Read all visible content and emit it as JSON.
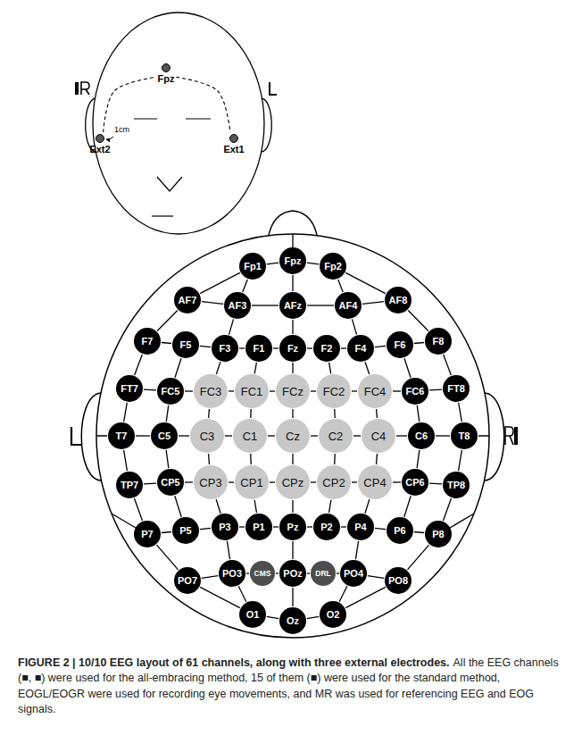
{
  "diagram": {
    "title": "FIGURE 2 | 10/10 EEG layout of 61 channels, along with three external electrodes.",
    "caption": "All the EEG channels (■, ■) were used for the all-embracing method, 15 of them (■) were used for the standard method, EOGL/EOGR were used for recording eye movements, and MR was used for referencing EEG and EOG signals.",
    "nodes": [
      {
        "text": [
          "Fpz"
        ]
      },
      {
        "text": [
          "Ext2"
        ]
      },
      {
        "text": [
          "Ext1"
        ]
      },
      {
        "text": [
          "Fp1"
        ]
      },
      {
        "text": [
          "Fpz"
        ]
      },
      {
        "text": [
          "Fp2"
        ]
      },
      {
        "text": [
          "AF7"
        ]
      },
      {
        "text": [
          "AF3"
        ]
      },
      {
        "text": [
          "AFz"
        ]
      },
      {
        "text": [
          "AF4"
        ]
      },
      {
        "text": [
          "AF8"
        ]
      },
      {
        "text": [
          "F7"
        ]
      },
      {
        "text": [
          "F5"
        ]
      },
      {
        "text": [
          "F3"
        ]
      },
      {
        "text": [
          "F1"
        ]
      },
      {
        "text": [
          "Fz"
        ]
      },
      {
        "text": [
          "F2"
        ]
      },
      {
        "text": [
          "F4"
        ]
      },
      {
        "text": [
          "F6"
        ]
      },
      {
        "text": [
          "F8"
        ]
      },
      {
        "text": [
          "FT7"
        ]
      },
      {
        "text": [
          "FC5"
        ]
      },
      {
        "text": [
          "FC3"
        ]
      },
      {
        "text": [
          "FC1"
        ]
      },
      {
        "text": [
          "FCz"
        ]
      },
      {
        "text": [
          "FC2"
        ]
      },
      {
        "text": [
          "FC4"
        ]
      },
      {
        "text": [
          "FC6"
        ]
      },
      {
        "text": [
          "FT8"
        ]
      },
      {
        "text": [
          "T7"
        ]
      },
      {
        "text": [
          "C5"
        ]
      },
      {
        "text": [
          "C3"
        ]
      },
      {
        "text": [
          "C1"
        ]
      },
      {
        "text": [
          "Cz"
        ]
      },
      {
        "text": [
          "C2"
        ]
      },
      {
        "text": [
          "C4"
        ]
      },
      {
        "text": [
          "C6"
        ]
      },
      {
        "text": [
          "T8"
        ]
      },
      {
        "text": [
          "TP7"
        ]
      },
      {
        "text": [
          "CP5"
        ]
      },
      {
        "text": [
          "CP3"
        ]
      },
      {
        "text": [
          "CP1"
        ]
      },
      {
        "text": [
          "CPz"
        ]
      },
      {
        "text": [
          "CP2"
        ]
      },
      {
        "text": [
          "CP4"
        ]
      },
      {
        "text": [
          "CP6"
        ]
      },
      {
        "text": [
          "TP8"
        ]
      },
      {
        "text": [
          "P7"
        ]
      },
      {
        "text": [
          "P5"
        ]
      },
      {
        "text": [
          "P3"
        ]
      },
      {
        "text": [
          "P1"
        ]
      },
      {
        "text": [
          "Pz"
        ]
      },
      {
        "text": [
          "P2"
        ]
      },
      {
        "text": [
          "P4"
        ]
      },
      {
        "text": [
          "P6"
        ]
      },
      {
        "text": [
          "P8"
        ]
      },
      {
        "text": [
          "PO7"
        ]
      },
      {
        "text": [
          "PO3"
        ]
      },
      {
        "text": [
          "CMS"
        ]
      },
      {
        "text": [
          "POz"
        ]
      },
      {
        "text": [
          "DRL"
        ]
      },
      {
        "text": [
          "PO4"
        ]
      },
      {
        "text": [
          "PO8"
        ]
      },
      {
        "text": [
          "O1"
        ]
      },
      {
        "text": [
          "Oz"
        ]
      },
      {
        "text": [
          "O2"
        ]
      }
    ],
    "edges": [
      {
        "from": 1,
        "to": 0,
        "arrow": "none"
      },
      {
        "from": 0,
        "to": 2,
        "arrow": "none"
      },
      {
        "from": 3,
        "to": 4,
        "arrow": "none"
      },
      {
        "from": 4,
        "to": 5,
        "arrow": "none"
      },
      {
        "from": 6,
        "to": 7,
        "arrow": "none"
      },
      {
        "from": 7,
        "to": 8,
        "arrow": "none"
      },
      {
        "from": 8,
        "to": 9,
        "arrow": "none"
      },
      {
        "from": 9,
        "to": 10,
        "arrow": "none"
      },
      {
        "from": 11,
        "to": 12,
        "arrow": "none"
      },
      {
        "from": 12,
        "to": 13,
        "arrow": "none"
      },
      {
        "from": 13,
        "to": 14,
        "arrow": "none"
      },
      {
        "from": 14,
        "to": 15,
        "arrow": "none"
      },
      {
        "from": 15,
        "to": 16,
        "arrow": "none"
      },
      {
        "from": 16,
        "to": 17,
        "arrow": "none"
      },
      {
        "from": 17,
        "to": 18,
        "arrow": "none"
      },
      {
        "from": 18,
        "to": 19,
        "arrow": "none"
      },
      {
        "from": 20,
        "to": 21,
        "arrow": "none"
      },
      {
        "from": 21,
        "to": 22,
        "arrow": "none"
      },
      {
        "from": 22,
        "to": 23,
        "arrow": "none"
      },
      {
        "from": 23,
        "to": 24,
        "arrow": "none"
      },
      {
        "from": 24,
        "to": 25,
        "arrow": "none"
      },
      {
        "from": 25,
        "to": 26,
        "arrow": "none"
      },
      {
        "from": 26,
        "to": 27,
        "arrow": "none"
      },
      {
        "from": 27,
        "to": 28,
        "arrow": "none"
      },
      {
        "from": 29,
        "to": 30,
        "arrow": "none"
      },
      {
        "from": 30,
        "to": 31,
        "arrow": "none"
      },
      {
        "from": 31,
        "to": 32,
        "arrow": "none"
      },
      {
        "from": 32,
        "to": 33,
        "arrow": "none"
      },
      {
        "from": 33,
        "to": 34,
        "arrow": "none"
      },
      {
        "from": 34,
        "to": 35,
        "arrow": "none"
      },
      {
        "from": 35,
        "to": 36,
        "arrow": "none"
      },
      {
        "from": 36,
        "to": 37,
        "arrow": "none"
      },
      {
        "from": 38,
        "to": 39,
        "arrow": "none"
      },
      {
        "from": 39,
        "to": 40,
        "arrow": "none"
      },
      {
        "from": 40,
        "to": 41,
        "arrow": "none"
      },
      {
        "from": 41,
        "to": 42,
        "arrow": "none"
      },
      {
        "from": 42,
        "to": 43,
        "arrow": "none"
      },
      {
        "from": 43,
        "to": 44,
        "arrow": "none"
      },
      {
        "from": 44,
        "to": 45,
        "arrow": "none"
      },
      {
        "from": 45,
        "to": 46,
        "arrow": "none"
      },
      {
        "from": 47,
        "to": 48,
        "arrow": "none"
      },
      {
        "from": 48,
        "to": 49,
        "arrow": "none"
      },
      {
        "from": 49,
        "to": 50,
        "arrow": "none"
      },
      {
        "from": 50,
        "to": 51,
        "arrow": "none"
      },
      {
        "from": 51,
        "to": 52,
        "arrow": "none"
      },
      {
        "from": 52,
        "to": 53,
        "arrow": "none"
      },
      {
        "from": 53,
        "to": 54,
        "arrow": "none"
      },
      {
        "from": 54,
        "to": 55,
        "arrow": "none"
      },
      {
        "from": 56,
        "to": 57,
        "arrow": "none"
      },
      {
        "from": 57,
        "to": 58,
        "arrow": "none"
      },
      {
        "from": 58,
        "to": 59,
        "arrow": "none"
      },
      {
        "from": 59,
        "to": 60,
        "arrow": "none"
      },
      {
        "from": 60,
        "to": 61,
        "arrow": "none"
      },
      {
        "from": 61,
        "to": 62,
        "arrow": "none"
      },
      {
        "from": 63,
        "to": 64,
        "arrow": "none"
      },
      {
        "from": 64,
        "to": 65,
        "arrow": "none"
      },
      {
        "from": 4,
        "to": 8,
        "arrow": "none"
      },
      {
        "from": 8,
        "to": 15,
        "arrow": "none"
      },
      {
        "from": 15,
        "to": 24,
        "arrow": "none"
      },
      {
        "from": 24,
        "to": 33,
        "arrow": "none"
      },
      {
        "from": 33,
        "to": 42,
        "arrow": "none"
      },
      {
        "from": 42,
        "to": 51,
        "arrow": "none"
      },
      {
        "from": 51,
        "to": 59,
        "arrow": "none"
      },
      {
        "from": 59,
        "to": 64,
        "arrow": "none"
      },
      {
        "from": 3,
        "to": 6,
        "arrow": "none"
      },
      {
        "from": 6,
        "to": 11,
        "arrow": "none"
      },
      {
        "from": 11,
        "to": 20,
        "arrow": "none"
      },
      {
        "from": 20,
        "to": 29,
        "arrow": "none"
      },
      {
        "from": 29,
        "to": 38,
        "arrow": "none"
      },
      {
        "from": 38,
        "to": 47,
        "arrow": "none"
      },
      {
        "from": 47,
        "to": 56,
        "arrow": "none"
      },
      {
        "from": 56,
        "to": 63,
        "arrow": "none"
      },
      {
        "from": 5,
        "to": 10,
        "arrow": "none"
      },
      {
        "from": 10,
        "to": 19,
        "arrow": "none"
      },
      {
        "from": 19,
        "to": 28,
        "arrow": "none"
      },
      {
        "from": 28,
        "to": 37,
        "arrow": "none"
      },
      {
        "from": 37,
        "to": 46,
        "arrow": "none"
      },
      {
        "from": 46,
        "to": 55,
        "arrow": "none"
      },
      {
        "from": 55,
        "to": 62,
        "arrow": "none"
      },
      {
        "from": 62,
        "to": 65,
        "arrow": "none"
      },
      {
        "from": 3,
        "to": 7,
        "arrow": "none"
      },
      {
        "from": 7,
        "to": 13,
        "arrow": "none"
      },
      {
        "from": 13,
        "to": 22,
        "arrow": "none"
      },
      {
        "from": 22,
        "to": 31,
        "arrow": "none"
      },
      {
        "from": 31,
        "to": 40,
        "arrow": "none"
      },
      {
        "from": 40,
        "to": 49,
        "arrow": "none"
      },
      {
        "from": 49,
        "to": 57,
        "arrow": "none"
      },
      {
        "from": 57,
        "to": 63,
        "arrow": "none"
      },
      {
        "from": 5,
        "to": 9,
        "arrow": "none"
      },
      {
        "from": 9,
        "to": 17,
        "arrow": "none"
      },
      {
        "from": 17,
        "to": 26,
        "arrow": "none"
      },
      {
        "from": 26,
        "to": 35,
        "arrow": "none"
      },
      {
        "from": 35,
        "to": 44,
        "arrow": "none"
      },
      {
        "from": 44,
        "to": 53,
        "arrow": "none"
      },
      {
        "from": 53,
        "to": 61,
        "arrow": "none"
      },
      {
        "from": 61,
        "to": 65,
        "arrow": "none"
      },
      {
        "from": 12,
        "to": 21,
        "arrow": "none"
      },
      {
        "from": 21,
        "to": 30,
        "arrow": "none"
      },
      {
        "from": 30,
        "to": 39,
        "arrow": "none"
      },
      {
        "from": 39,
        "to": 48,
        "arrow": "none"
      },
      {
        "from": 18,
        "to": 27,
        "arrow": "none"
      },
      {
        "from": 27,
        "to": 36,
        "arrow": "none"
      },
      {
        "from": 36,
        "to": 45,
        "arrow": "none"
      },
      {
        "from": 45,
        "to": 54,
        "arrow": "none"
      },
      {
        "from": 14,
        "to": 23,
        "arrow": "none"
      },
      {
        "from": 23,
        "to": 32,
        "arrow": "none"
      },
      {
        "from": 32,
        "to": 41,
        "arrow": "none"
      },
      {
        "from": 41,
        "to": 50,
        "arrow": "none"
      },
      {
        "from": 16,
        "to": 25,
        "arrow": "none"
      },
      {
        "from": 25,
        "to": 34,
        "arrow": "none"
      },
      {
        "from": 34,
        "to": 43,
        "arrow": "none"
      },
      {
        "from": 43,
        "to": 52,
        "arrow": "none"
      }
    ],
    "labels": [
      "1cm"
    ]
  }
}
